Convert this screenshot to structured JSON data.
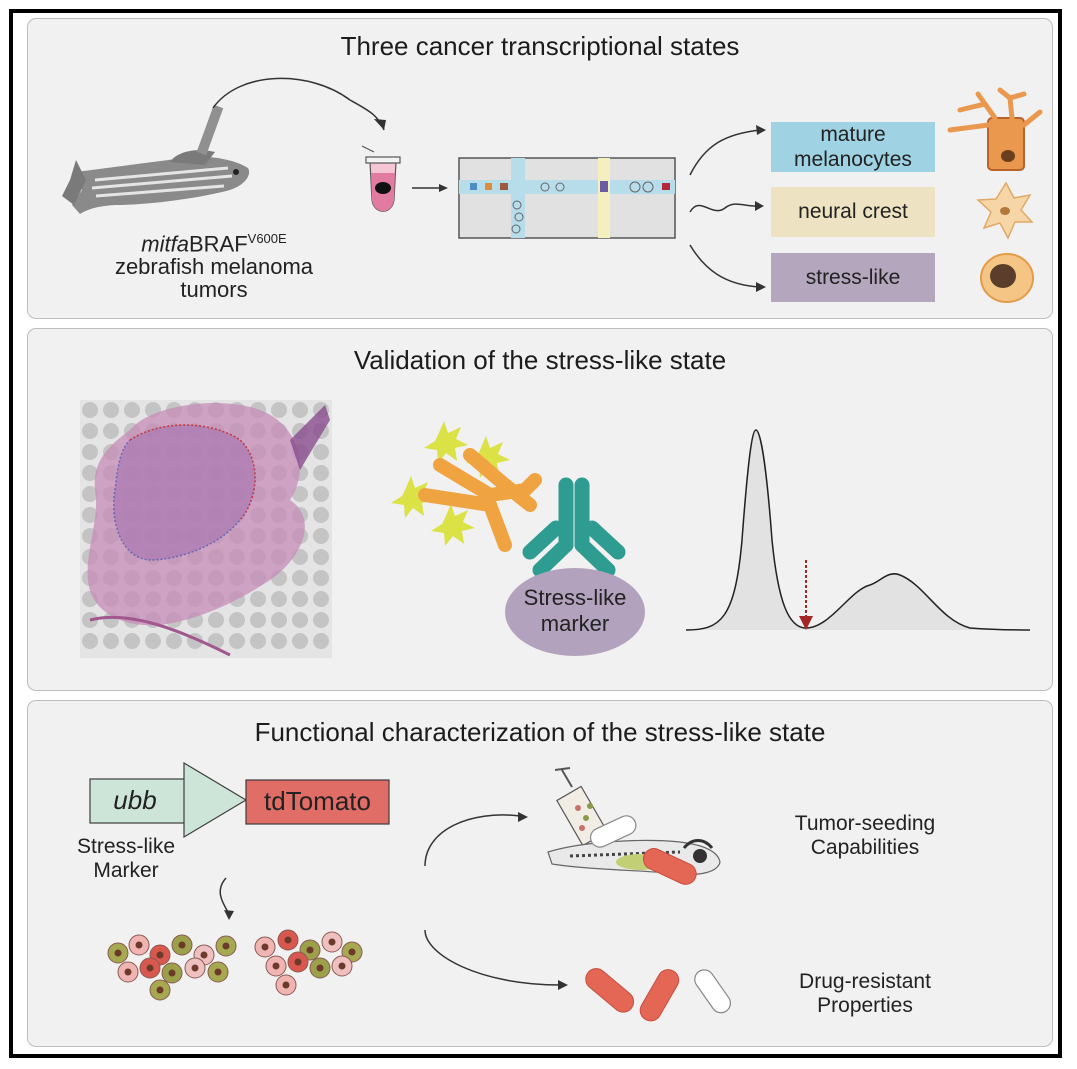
{
  "panel1": {
    "title": "Three cancer transcriptional states",
    "fish_label_italic": "mitfa",
    "fish_label_main": "BRAF",
    "fish_label_sup": "V600E",
    "fish_label_line2": "zebrafish melanoma",
    "fish_label_line3": "tumors",
    "states": [
      {
        "label": "mature melanocytes",
        "color": "#9fd3e3"
      },
      {
        "label": "neural crest",
        "color": "#ede3c2"
      },
      {
        "label": "stress-like",
        "color": "#b4a6bc"
      }
    ]
  },
  "panel2": {
    "title": "Validation of the stress-like state",
    "antigen_label": "Stress-like marker",
    "colors": {
      "antibody_orange": "#f0a341",
      "antibody_teal": "#2f9c91",
      "antigen": "#b3a2be",
      "marker_arrow": "#a32727"
    }
  },
  "panel3": {
    "title": "Functional characterization of the stress-like state",
    "promoter": "ubb",
    "reporter": "tdTomato",
    "marker_label": "Stress-like Marker",
    "outcome1": "Tumor-seeding Capabilities",
    "outcome2": "Drug-resistant Properties",
    "colors": {
      "promoter": "#cde5d9",
      "reporter": "#e06d66",
      "pill": "#e46655"
    }
  }
}
